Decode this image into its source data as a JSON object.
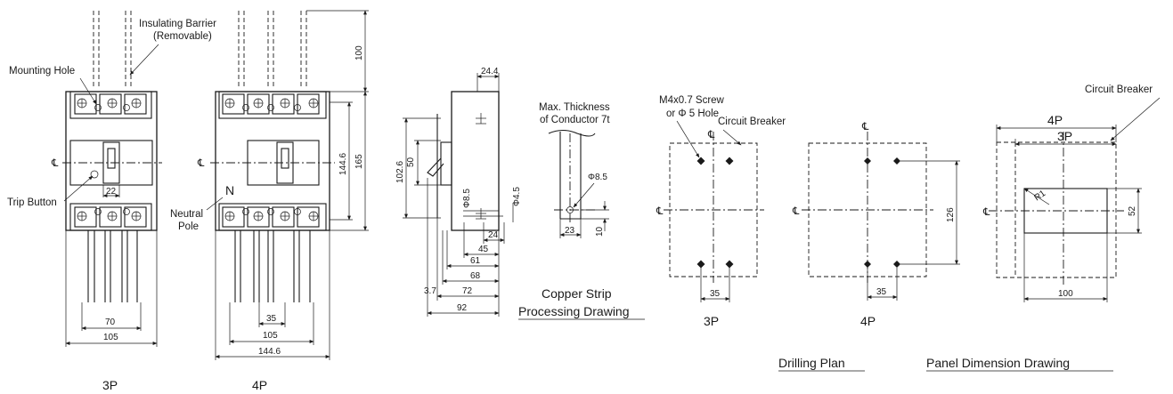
{
  "front_3p": {
    "labels": {
      "insulating_barrier_line1": "Insulating Barrier",
      "insulating_barrier_line2": "(Removable)",
      "mounting_hole": "Mounting Hole",
      "trip_button": "Trip Button",
      "centerline": "℄"
    },
    "dims": {
      "trip_width": "22",
      "pitch": "70",
      "width": "105"
    },
    "caption": "3P"
  },
  "front_4p": {
    "labels": {
      "neutral_symbol": "N",
      "neutral_line1": "Neutral",
      "neutral_line2": "Pole",
      "centerline": "℄"
    },
    "dims": {
      "barrier_height": "100",
      "inner_height": "144.6",
      "outer_height": "165",
      "pitch": "35",
      "inner_width": "105",
      "width": "144.6"
    },
    "caption": "4P"
  },
  "side_view": {
    "dims": {
      "top_width": "24.4",
      "height_1026": "102.6",
      "height_50": "50",
      "hole_85": "Φ8.5",
      "hole_45": "Φ4.5",
      "d24": "24",
      "d45": "45",
      "d61": "61",
      "d68": "68",
      "d72": "72",
      "d92": "92",
      "d37": "3.7"
    }
  },
  "copper_strip": {
    "note_line1": "Max. Thickness",
    "note_line2": "of Conductor 7t",
    "hole": "Φ8.5",
    "d23": "23",
    "d10": "10",
    "title_line1": "Copper Strip",
    "title_line2": "Processing Drawing"
  },
  "drilling_plan": {
    "screw_line1": "M4x0.7 Screw",
    "screw_line2": "or  Φ 5 Hole",
    "circuit_breaker": "Circuit Breaker",
    "d126": "126",
    "d35_3p": "35",
    "d35_4p": "35",
    "caption_3p": "3P",
    "caption_4p": "4P",
    "title": "Drilling Plan"
  },
  "panel": {
    "label_4p": "4P",
    "label_3p": "3P",
    "circuit_breaker": "Circuit Breaker",
    "radius": "R1",
    "d52": "52",
    "d100": "100",
    "title": "Panel Dimension Drawing"
  },
  "centerline_symbol": "℄"
}
